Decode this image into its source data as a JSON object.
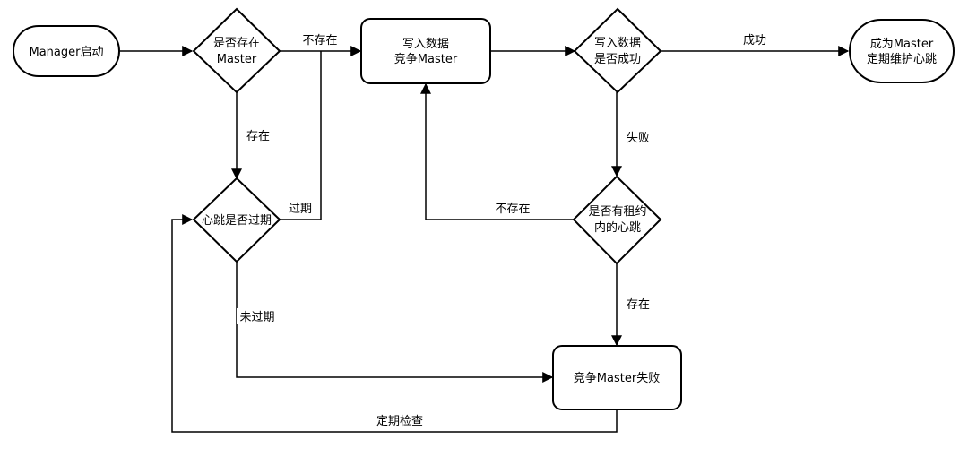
{
  "nodes": {
    "start": "Manager启动",
    "exists_line1": "是否存在",
    "exists_line2": "Master",
    "write_line1": "写入数据",
    "write_line2": "竞争Master",
    "write_ok_line1": "写入数据",
    "write_ok_line2": "是否成功",
    "become_line1": "成为Master",
    "become_line2": "定期维护心跳",
    "heartbeat_expired": "心跳是否过期",
    "lease_line1": "是否有租约",
    "lease_line2": "内的心跳",
    "compete_fail": "竞争Master失败"
  },
  "edges": {
    "not_exist_top": "不存在",
    "success": "成功",
    "exist_down": "存在",
    "fail": "失败",
    "expired": "过期",
    "not_exist_lease": "不存在",
    "not_expired": "未过期",
    "exist_lease": "存在",
    "periodic_check": "定期检查"
  }
}
